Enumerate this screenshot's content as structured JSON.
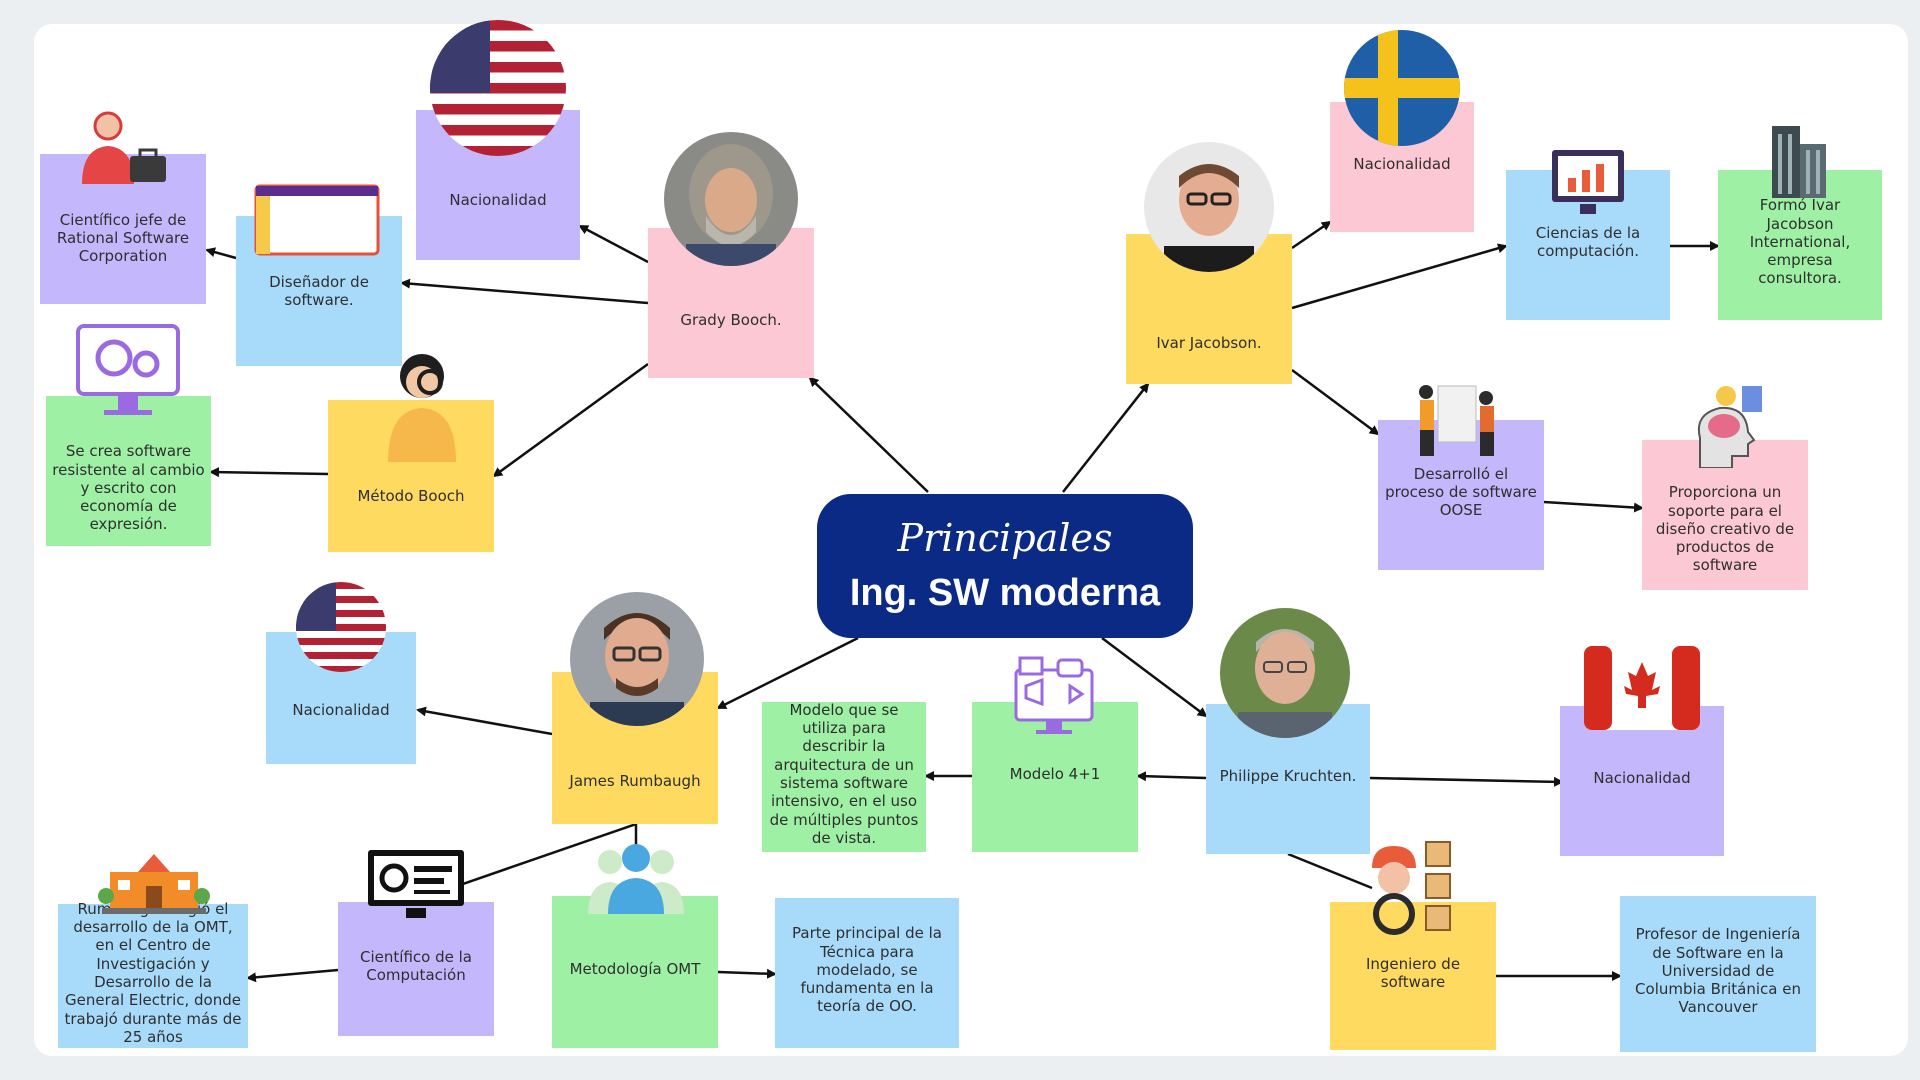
{
  "center": {
    "script_title": "Principales",
    "title": "Ing. SW moderna"
  },
  "nodes": {
    "grady_booch": "Grady Booch.",
    "ivar_jacobson": "Ivar Jacobson.",
    "james_rumbaugh": "James Rumbaugh",
    "philippe_kruchten": "Philippe Kruchten.",
    "booch_nationality": "Nacionalidad",
    "booch_designer": "Diseñador de software.",
    "booch_chief_scientist": "Científico jefe de Rational Software Corporation",
    "booch_method": "Método Booch",
    "booch_method_desc": "Se crea software resistente al cambio y escrito con economía de expresión.",
    "jacobson_nationality": "Nacionalidad",
    "jacobson_cs": "Ciencias de la computación.",
    "jacobson_company": "Formó Ivar Jacobson International, empresa consultora.",
    "jacobson_oose": "Desarrolló el proceso de software OOSE",
    "jacobson_oose_desc": "Proporciona un soporte para el diseño creativo de productos de software",
    "rumbaugh_nationality": "Nacionalidad",
    "rumbaugh_scientist": "Científico de la Computación",
    "rumbaugh_ge": "Rumbaugh dirigió el desarrollo de la OMT, en el Centro de Investigación y Desarrollo de la General Electric, donde trabajó durante más de 25 años",
    "rumbaugh_omt": "Metodología OMT",
    "rumbaugh_omt_desc": "Parte principal de la Técnica para modelado, se fundamenta en la teoría de OO.",
    "kruchten_model": "Modelo 4+1",
    "kruchten_model_desc": "Modelo que se utiliza para describir la arquitectura de un sistema software intensivo, en el uso de múltiples puntos de vista.",
    "kruchten_nationality": "Nacionalidad",
    "kruchten_engineer": "Ingeniero de software",
    "kruchten_professor": "Profesor de Ingeniería de Software en la Universidad de Columbia Británica en Vancouver"
  },
  "colors": {
    "pink": "#fbc8d3",
    "yellow": "#fedb60",
    "blue": "#a8dbfa",
    "purple": "#c5b7fc",
    "green": "#9ef0a5",
    "center": "#0b2a86"
  },
  "icons": [
    "usa-flag-icon",
    "sweden-flag-icon",
    "canada-flag-icon",
    "scientist-icon",
    "software-window-icon",
    "gears-monitor-icon",
    "magnifier-person-icon",
    "computer-chart-icon",
    "buildings-icon",
    "team-board-icon",
    "brain-idea-icon",
    "school-building-icon",
    "code-monitor-icon",
    "group-people-icon",
    "media-monitor-icon",
    "engineer-icon"
  ]
}
